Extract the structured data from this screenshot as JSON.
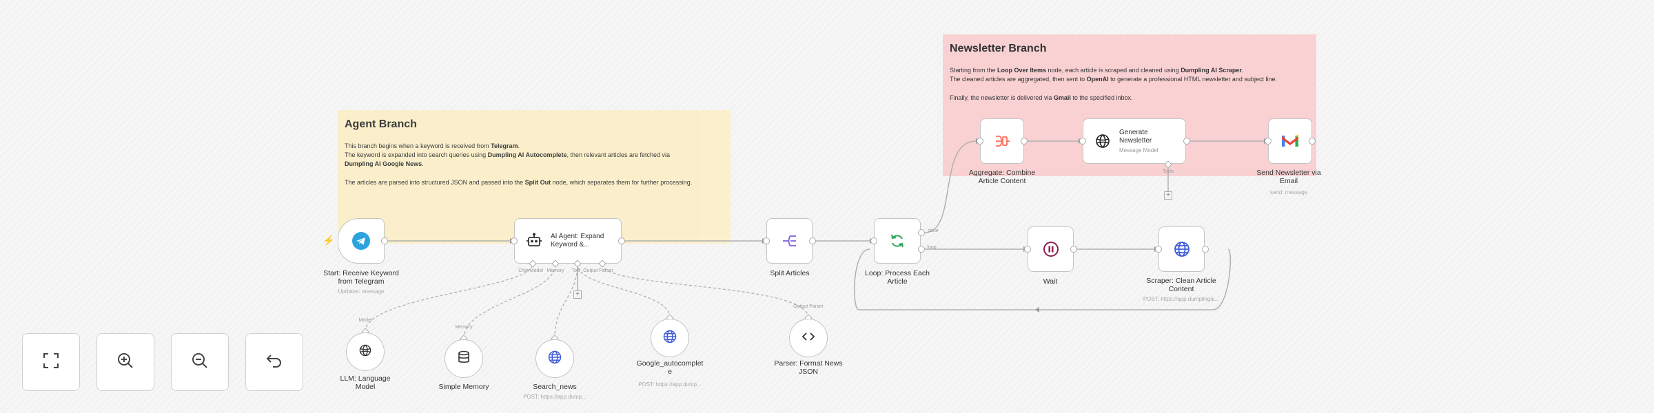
{
  "stickies": {
    "agent": {
      "title": "Agent Branch",
      "line1_a": "This branch begins when a keyword is received from ",
      "line1_b": "Telegram",
      "line1_c": ".",
      "line2_a": "The keyword is expanded into search queries using ",
      "line2_b": "Dumpling AI Autocomplete",
      "line2_c": ", then relevant articles are fetched via ",
      "line2_d": "Dumpling AI Google News",
      "line2_e": ".",
      "line3_a": "The articles are parsed into structured JSON and passed into the ",
      "line3_b": "Split Out",
      "line3_c": " node, which separates them for further processing."
    },
    "newsletter": {
      "title": "Newsletter Branch",
      "line1_a": "Starting from the ",
      "line1_b": "Loop Over Items",
      "line1_c": " node, each article is scraped and cleaned using ",
      "line1_d": "Dumpling AI Scraper",
      "line1_e": ".",
      "line2_a": "The cleaned articles are aggregated, then sent to ",
      "line2_b": "OpenAI",
      "line2_c": " to generate a professional HTML newsletter and subject line.",
      "line3_a": "Finally, the newsletter is delivered via ",
      "line3_b": "Gmail",
      "line3_c": " to the specified inbox."
    }
  },
  "nodes": {
    "telegram": {
      "label": "Start: Receive Keyword\nfrom Telegram",
      "sub": "Updates: message",
      "icon": "telegram-icon"
    },
    "agent": {
      "title": "AI Agent: Expand\nKeyword &...",
      "icon": "robot-icon",
      "ports": [
        "Chat Model",
        "Memory",
        "Tool",
        "Output Parser"
      ]
    },
    "split": {
      "label": "Split Articles",
      "icon": "split-icon"
    },
    "loop": {
      "label": "Loop: Process Each\nArticle",
      "icon": "loop-icon",
      "out_done": "done",
      "out_loop": "loop"
    },
    "wait": {
      "label": "Wait",
      "icon": "pause-icon"
    },
    "scraper": {
      "label": "Scraper: Clean Article\nContent",
      "sub": "POST: https://app.dumplingai...",
      "icon": "globe-icon"
    },
    "aggregate": {
      "label": "Aggregate: Combine\nArticle Content",
      "icon": "aggregate-icon"
    },
    "openai": {
      "title": "Generate\nNewsletter",
      "sub": "Message Model",
      "icon": "openai-icon",
      "port": "Tools"
    },
    "gmail": {
      "label": "Send Newsletter via\nEmail",
      "sub": "send: message",
      "icon": "gmail-icon"
    },
    "llm": {
      "label": "LLM: Language\nModel",
      "port": "Model",
      "icon": "openai-icon"
    },
    "memory": {
      "label": "Simple Memory",
      "port": "Memory",
      "icon": "database-icon"
    },
    "search_news": {
      "label": "Search_news",
      "sub": "POST: https://app.dump...",
      "icon": "globe-icon"
    },
    "google_auto": {
      "label": "Google_autocomplet\ne",
      "sub": "POST: https://app.dump...",
      "icon": "globe-icon"
    },
    "parser": {
      "label": "Parser: Format News\nJSON",
      "port": "Output Parser",
      "icon": "code-icon"
    }
  },
  "controls": [
    "fit-view-icon",
    "zoom-in-icon",
    "zoom-out-icon",
    "undo-icon"
  ],
  "colors": {
    "telegram": "#2aa3df",
    "aggregate": "#ff6d5a",
    "accent": "#ff6d5a"
  }
}
